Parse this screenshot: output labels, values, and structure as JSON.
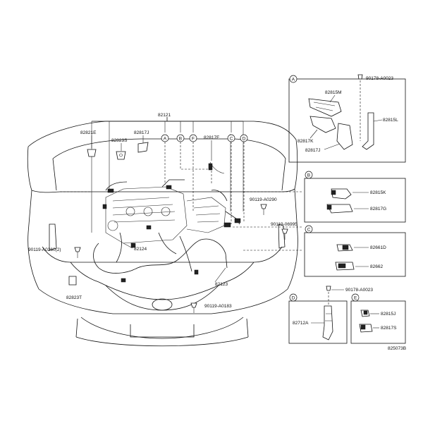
{
  "main_part": "82121",
  "callouts": {
    "p82821E": "82821E",
    "p82823S_top": "82823S",
    "p82817J_top": "82817J",
    "p82817F": "82817F",
    "p90119_A0290": "90119-A0290",
    "p90119_06995": "90119-06995",
    "p90119_A0260": "90119-A0260(2)",
    "p82124": "82124",
    "p82823T": "82823T",
    "p82123": "82123",
    "p90119_A0183": "90119-A0183"
  },
  "detail_letters": [
    "A",
    "B",
    "F",
    "C",
    "D"
  ],
  "panels": {
    "A": {
      "letter": "A",
      "parts": {
        "p82815M": "82815M",
        "p82817K": "82817K",
        "p82817J": "82817J",
        "p82815L": "82815L"
      },
      "bolt": "90178-A0023"
    },
    "B": {
      "letter": "B",
      "parts": {
        "p82815K": "82815K",
        "p82817G": "82817G"
      }
    },
    "C": {
      "letter": "C",
      "parts": {
        "p82661D": "82661D",
        "p82662": "82662"
      }
    },
    "D": {
      "letter": "D",
      "parts": {
        "p82712A": "82712A"
      },
      "bolt": "90178-A0023"
    },
    "E": {
      "letter": "E",
      "parts": {
        "p82815J": "82815J",
        "p82817S": "82817S"
      }
    }
  },
  "figure_code": "825073B"
}
